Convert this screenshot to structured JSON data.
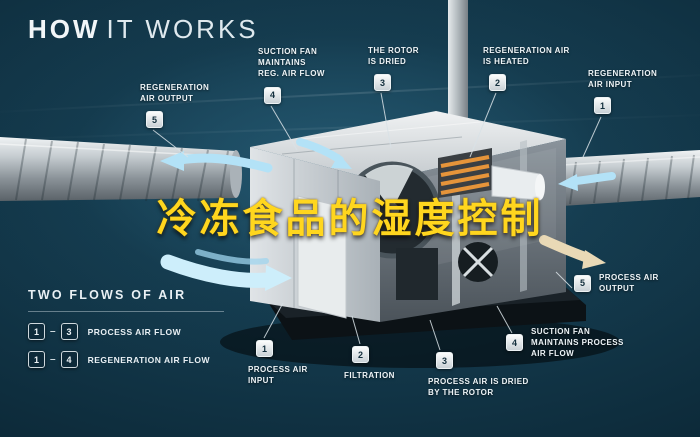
{
  "title": {
    "how": "HOW",
    "it_works": "IT WORKS"
  },
  "overlay_title": "冷冻食品的湿度控制",
  "callouts": [
    {
      "num": "5",
      "label": "REGENERATION\nAIR OUTPUT"
    },
    {
      "num": "4",
      "label": "SUCTION FAN\nMAINTAINS\nREG. AIR FLOW"
    },
    {
      "num": "3",
      "label": "THE ROTOR\nIS DRIED"
    },
    {
      "num": "2",
      "label": "REGENERATION AIR\nIS HEATED"
    },
    {
      "num": "1",
      "label": "REGENERATION\nAIR INPUT"
    },
    {
      "num": "5",
      "label": "PROCESS AIR\nOUTPUT"
    },
    {
      "num": "4",
      "label": "SUCTION FAN\nMAINTAINS PROCESS\nAIR FLOW"
    },
    {
      "num": "3",
      "label": "PROCESS AIR IS DRIED\nBY THE ROTOR"
    },
    {
      "num": "2",
      "label": "FILTRATION"
    },
    {
      "num": "1",
      "label": "PROCESS AIR\nINPUT"
    }
  ],
  "legend": {
    "heading": "TWO FLOWS OF AIR",
    "separator": "–",
    "rows": [
      {
        "from": "1",
        "to": "3",
        "label": "PROCESS AIR FLOW"
      },
      {
        "from": "1",
        "to": "4",
        "label": "REGENERATION AIR FLOW"
      }
    ]
  },
  "colors": {
    "background": "#0e2c3c",
    "airflow_blue": "#b3e2f7",
    "process_output_tan": "#e9d9b6",
    "overlay_yellow": "#ffd61e",
    "label_text": "#eef4f7",
    "heater_orange": "#e5943a"
  }
}
